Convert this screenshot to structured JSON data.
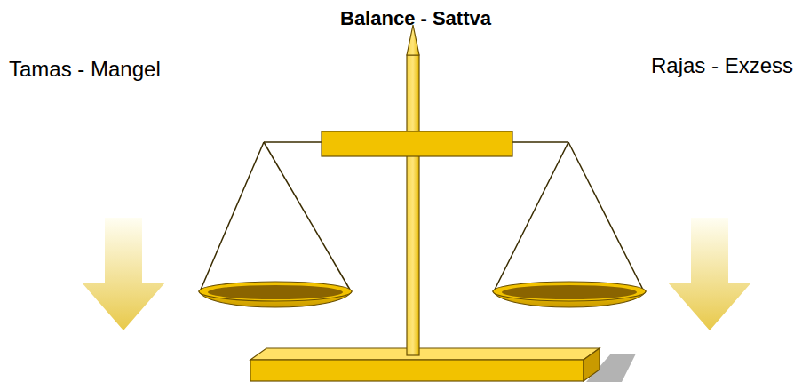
{
  "diagram": {
    "title": "Balance - Sattva",
    "labels": [
      "Tamas - Mangel",
      "Rajas - Exzess"
    ]
  }
}
